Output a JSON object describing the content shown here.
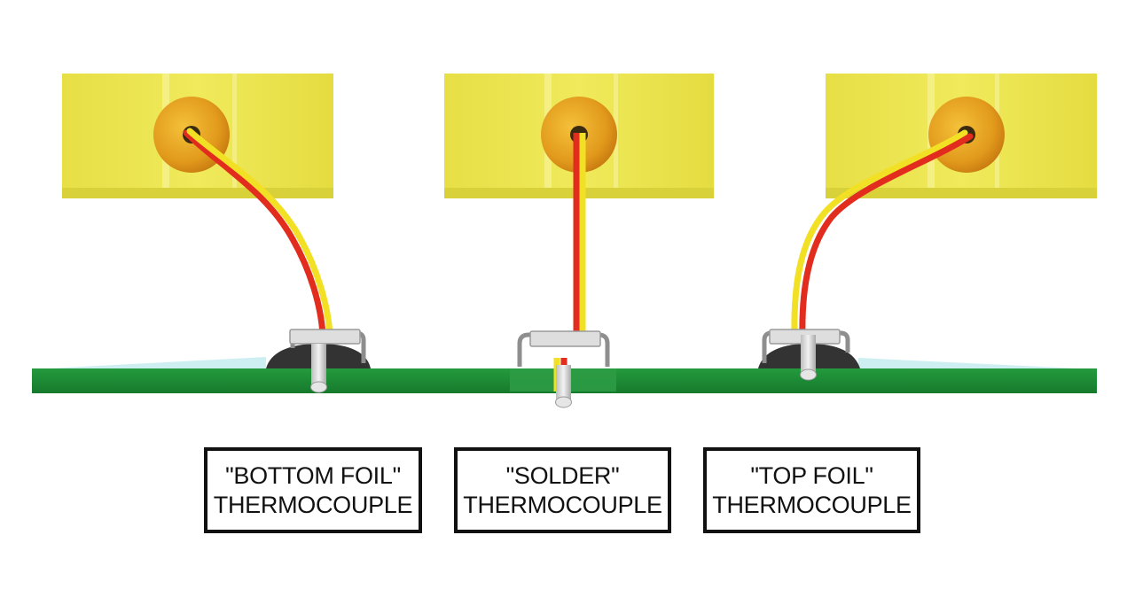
{
  "labels": [
    {
      "line1": "\"BOTTOM FOIL\"",
      "line2": "THERMOCOUPLE"
    },
    {
      "line1": "\"SOLDER\"",
      "line2": "THERMOCOUPLE"
    },
    {
      "line1": "\"TOP FOIL\"",
      "line2": "THERMOCOUPLE"
    }
  ],
  "colors": {
    "block": "#ece54e",
    "grommet": "#e2a11d",
    "wire_red": "#e22d1e",
    "wire_yellow": "#f2e024",
    "pcb": "#1f8c36",
    "clip": "#d7d7d7",
    "foil": "#333333"
  }
}
